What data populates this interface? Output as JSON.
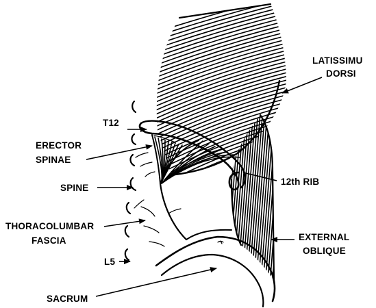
{
  "labels": {
    "latissimus_line1": "LATISSIMU",
    "latissimus_line2": "DORSI",
    "t12": "T12",
    "erector_line1": "ERECTOR",
    "erector_line2": "SPINAE",
    "twelfth_rib": "12th RIB",
    "spine": "SPINE",
    "thoracolumbar_line1": "THORACOLUMBAR",
    "thoracolumbar_line2": "FASCIA",
    "external_line1": "EXTERNAL",
    "external_line2": "OBLIQUE",
    "l5": "L5",
    "sacrum": "SACRUM"
  },
  "colors": {
    "ink": "#000000",
    "background": "#ffffff"
  }
}
